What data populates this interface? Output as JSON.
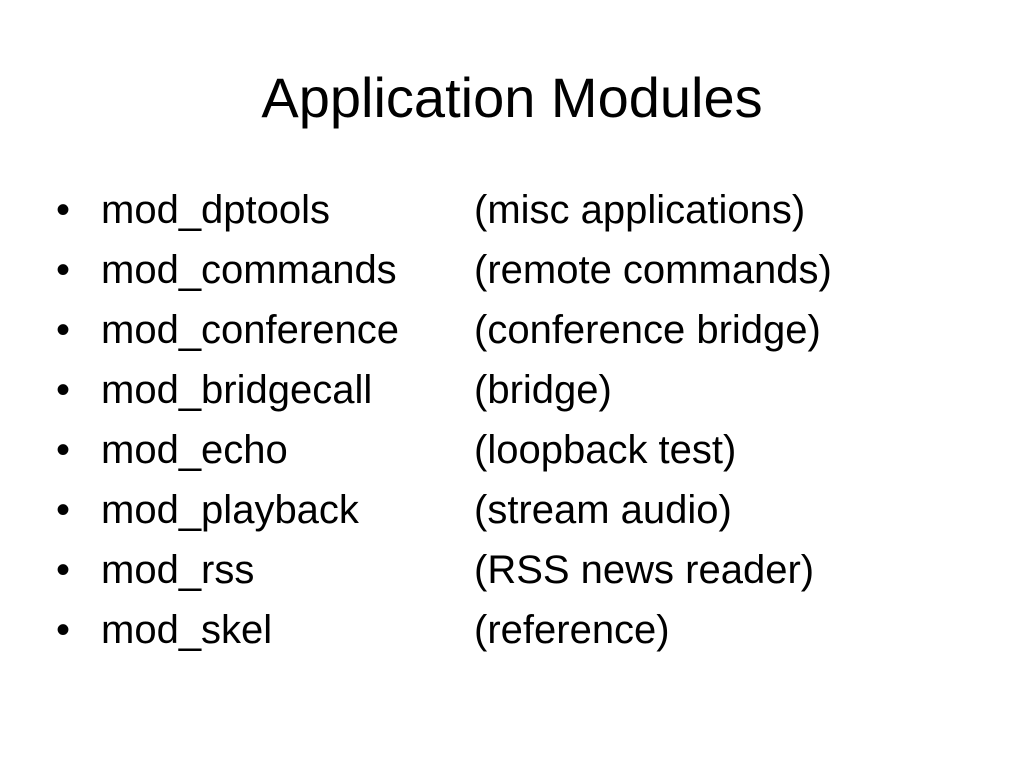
{
  "slide": {
    "title": "Application Modules",
    "bullet_symbol": "•",
    "modules": [
      {
        "name": "mod_dptools",
        "description": "(misc applications)"
      },
      {
        "name": "mod_commands",
        "description": "(remote commands)"
      },
      {
        "name": "mod_conference",
        "description": "(conference bridge)"
      },
      {
        "name": "mod_bridgecall",
        "description": "(bridge)"
      },
      {
        "name": "mod_echo",
        "description": "(loopback test)"
      },
      {
        "name": "mod_playback",
        "description": "(stream audio)"
      },
      {
        "name": "mod_rss",
        "description": "(RSS news reader)"
      },
      {
        "name": "mod_skel",
        "description": "(reference)"
      }
    ]
  }
}
